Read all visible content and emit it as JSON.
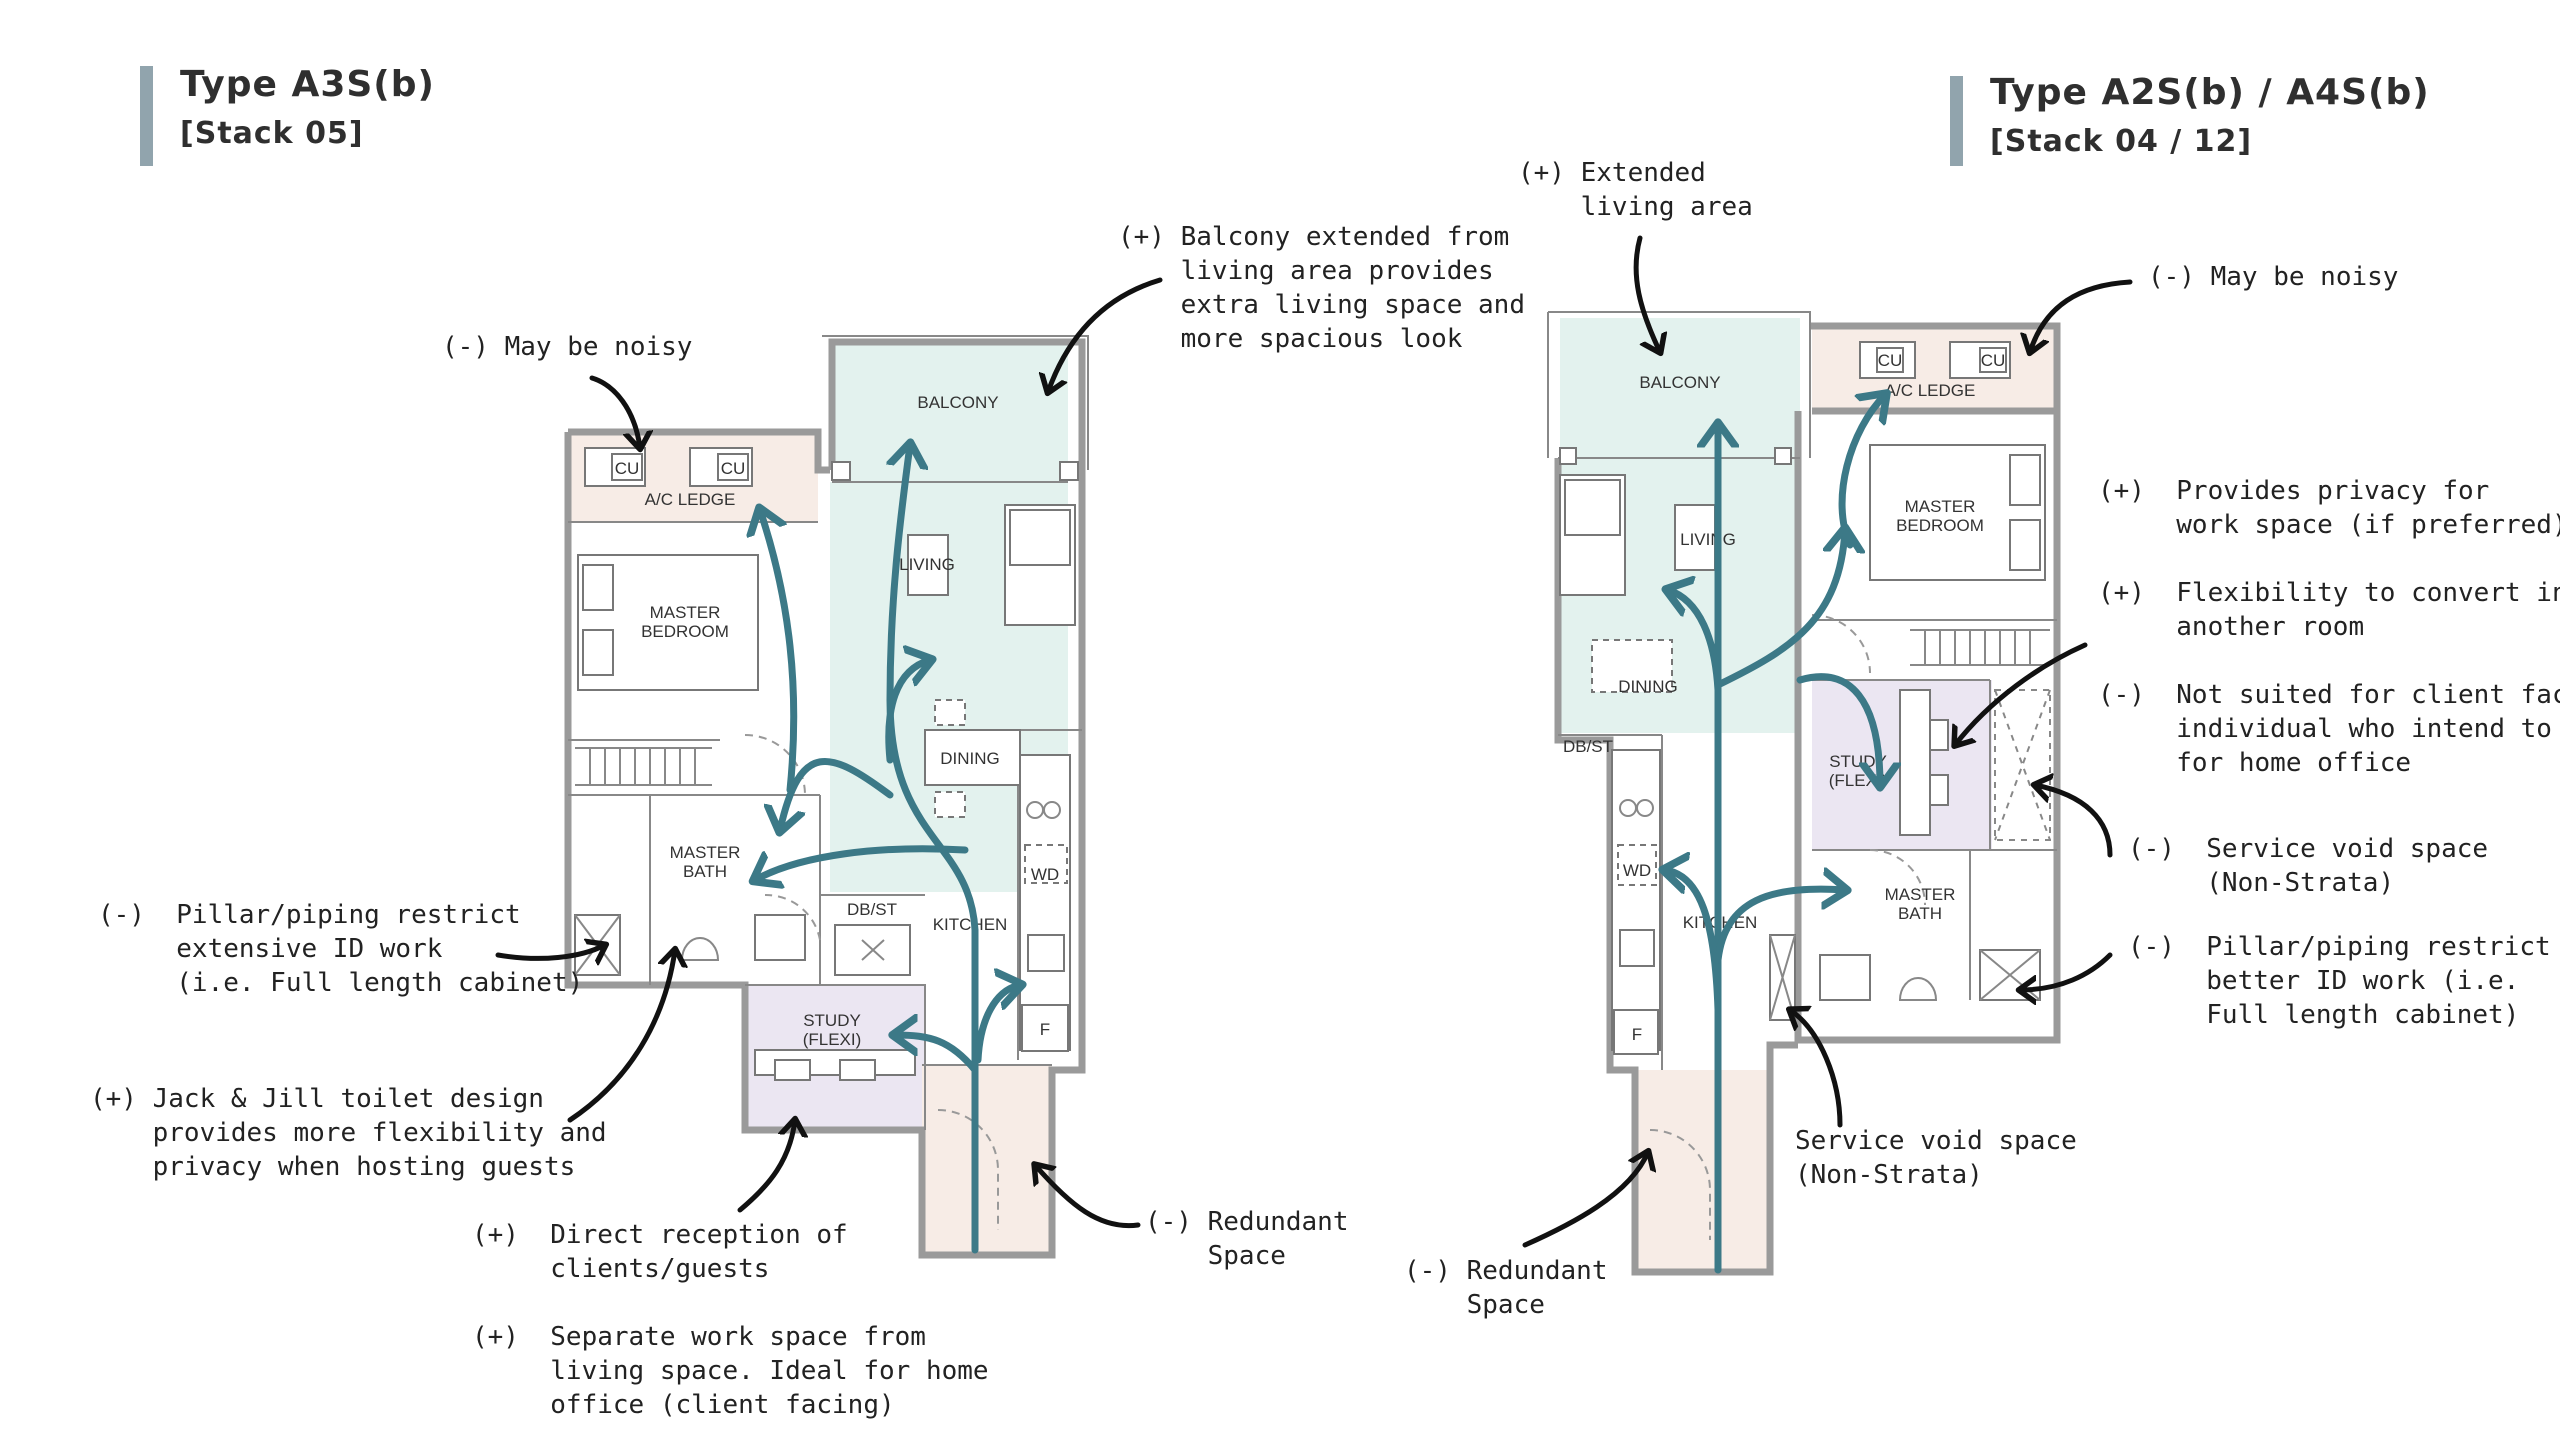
{
  "plans": [
    {
      "title": "Type A3S(b)",
      "stack": "[Stack 05]",
      "rooms": {
        "balcony": "BALCONY",
        "ac_ledge": "A/C LEDGE",
        "cu1": "CU",
        "cu2": "CU",
        "living": "LIVING",
        "master_bedroom_1": "MASTER",
        "master_bedroom_2": "BEDROOM",
        "dining": "DINING",
        "master_bath_1": "MASTER",
        "master_bath_2": "BATH",
        "wd": "WD",
        "dbst": "DB/ST",
        "kitchen": "KITCHEN",
        "study_1": "STUDY",
        "study_2": "(FLEXI)",
        "fridge": "F"
      },
      "notes": {
        "balcony": "(+) Balcony extended from\n    living area provides\n    extra living space and\n    more spacious look",
        "noisy": "(-) May be noisy",
        "pillar": "(-)  Pillar/piping restrict\n     extensive ID work\n     (i.e. Full length cabinet)",
        "jack_jill": "(+) Jack & Jill toilet design\n    provides more flexibility and\n    privacy when hosting guests",
        "redundant": "(-) Redundant\n    Space",
        "direct_reception": "(+)  Direct reception of\n     clients/guests",
        "separate_work": "(+)  Separate work space from\n     living space. Ideal for home\n     office (client facing)"
      }
    },
    {
      "title": "Type A2S(b) / A4S(b)",
      "stack": "[Stack 04 / 12]",
      "rooms": {
        "balcony": "BALCONY",
        "ac_ledge": "A/C LEDGE",
        "cu1": "CU",
        "cu2": "CU",
        "living": "LIVING",
        "master_bedroom_1": "MASTER",
        "master_bedroom_2": "BEDROOM",
        "dining": "DINING",
        "dbst": "DB/ST",
        "study_1": "STUDY",
        "study_2": "(FLEXI)",
        "wd": "WD",
        "kitchen": "KITCHEN",
        "master_bath_1": "MASTER",
        "master_bath_2": "BATH",
        "fridge": "F"
      },
      "notes": {
        "extended": "(+) Extended\n    living area",
        "noisy": "(-) May be noisy",
        "privacy": "(+)  Provides privacy for\n     work space (if preferred)",
        "flexibility": "(+)  Flexibility to convert into\n     another room",
        "not_suited": "(-)  Not suited for client facing\n     individual who intend to use\n     for home office",
        "service_void": "(-)  Service void space\n     (Non-Strata)",
        "pillar": "(-)  Pillar/piping restrict\n     better ID work (i.e.\n     Full length cabinet)",
        "service_void_2": "Service void space\n(Non-Strata)",
        "redundant": "(-) Redundant\n    Space"
      }
    }
  ],
  "colors": {
    "flow_arrow": "#3c7987",
    "living_zone": "#e3f2ee",
    "study_zone": "#ebe6f2",
    "ledge_zone": "#f7ece6",
    "title_bar": "#91a4ad"
  }
}
